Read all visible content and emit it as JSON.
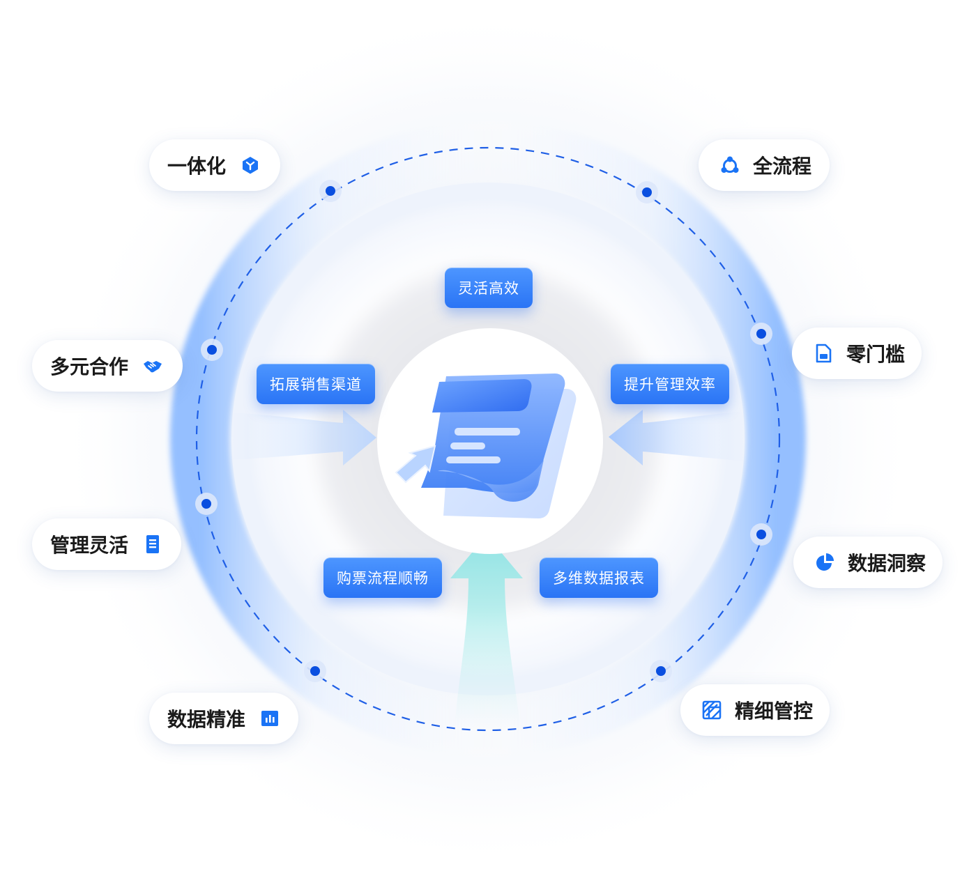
{
  "outer_features": [
    {
      "label": "一体化",
      "icon": "cube-icon"
    },
    {
      "label": "全流程",
      "icon": "cycle-nodes-icon"
    },
    {
      "label": "多元合作",
      "icon": "handshake-icon"
    },
    {
      "label": "零门槛",
      "icon": "document-icon"
    },
    {
      "label": "管理灵活",
      "icon": "clipboard-list-icon"
    },
    {
      "label": "数据洞察",
      "icon": "pie-chart-icon"
    },
    {
      "label": "数据精准",
      "icon": "bar-chart-icon"
    },
    {
      "label": "精细管控",
      "icon": "grid-slash-icon"
    }
  ],
  "inner_tags": [
    {
      "label": "灵活高效"
    },
    {
      "label": "拓展销售渠道"
    },
    {
      "label": "提升管理效率"
    },
    {
      "label": "购票流程顺畅"
    },
    {
      "label": "多维数据报表"
    }
  ],
  "center": {
    "icon": "document-cursor-icon"
  },
  "colors": {
    "primary_blue": "#2a74f5",
    "dot_blue": "#0a4fe0",
    "ring_blue": "#9cc4ff",
    "cyan_arrow": "#8fe3e4",
    "label_text": "#1a1a1a"
  }
}
